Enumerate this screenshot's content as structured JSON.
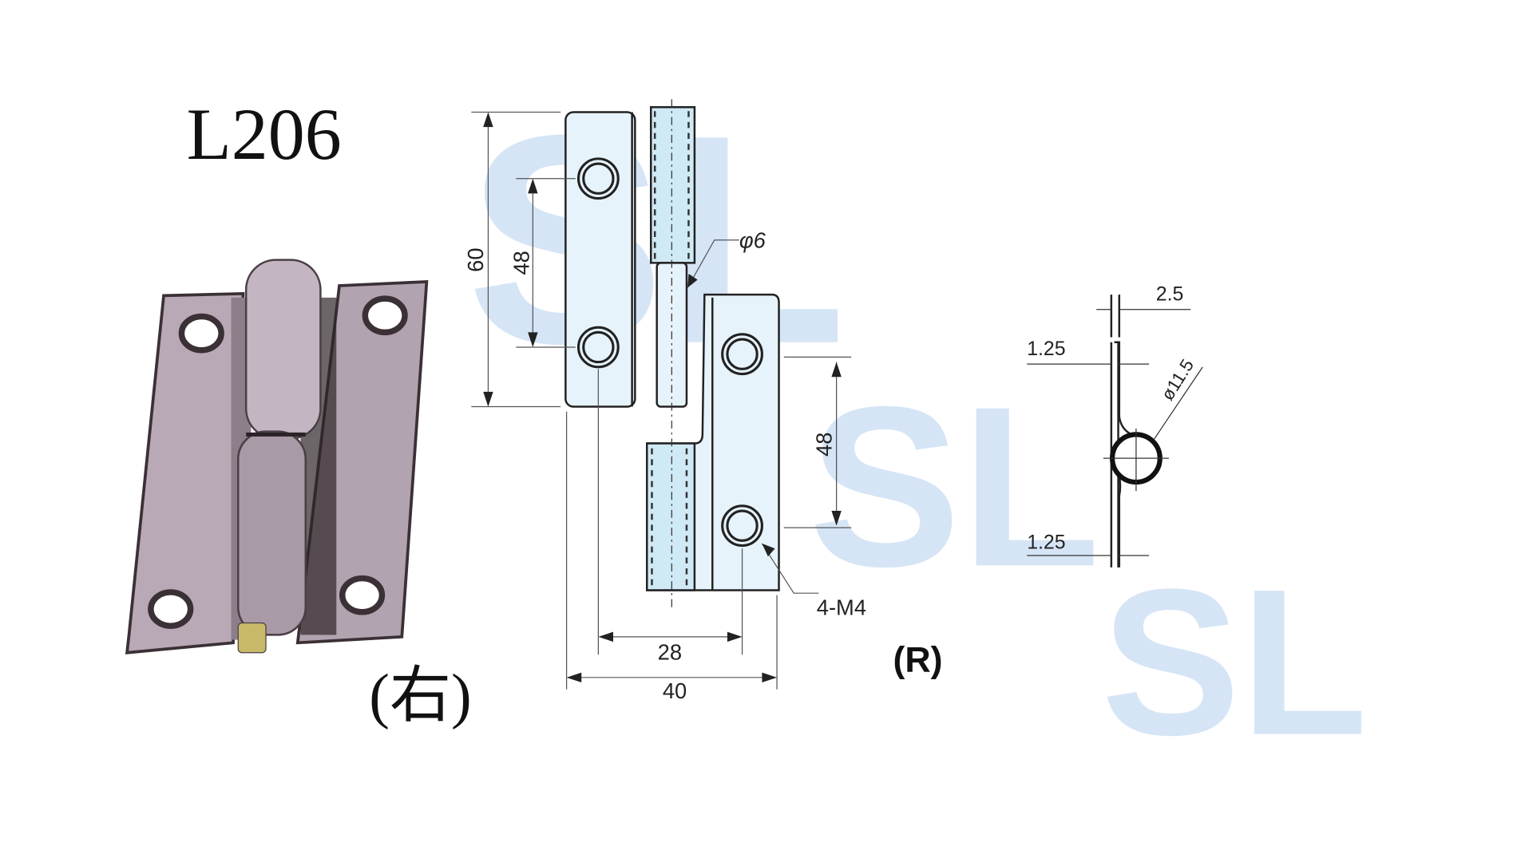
{
  "model": "L206",
  "photo_caption": "(右)",
  "drawing": {
    "dimensions": {
      "overall_height": "60",
      "hole_spacing_left": "48",
      "hole_spacing_right": "48",
      "hole_pitch_horizontal": "28",
      "overall_width": "40",
      "pin_diameter": "φ6",
      "holes": "4-M4"
    },
    "orientation_label": "(R)",
    "side_view": {
      "gap": "2.5",
      "thickness_top": "1.25",
      "thickness_bottom": "1.25",
      "knuckle_diameter": "ø11.5"
    }
  },
  "watermark": "SL",
  "colors": {
    "drawing_fill": "#dbeef8",
    "plate_photo": "#b8a9b4",
    "watermark": "#7fb0e6"
  }
}
